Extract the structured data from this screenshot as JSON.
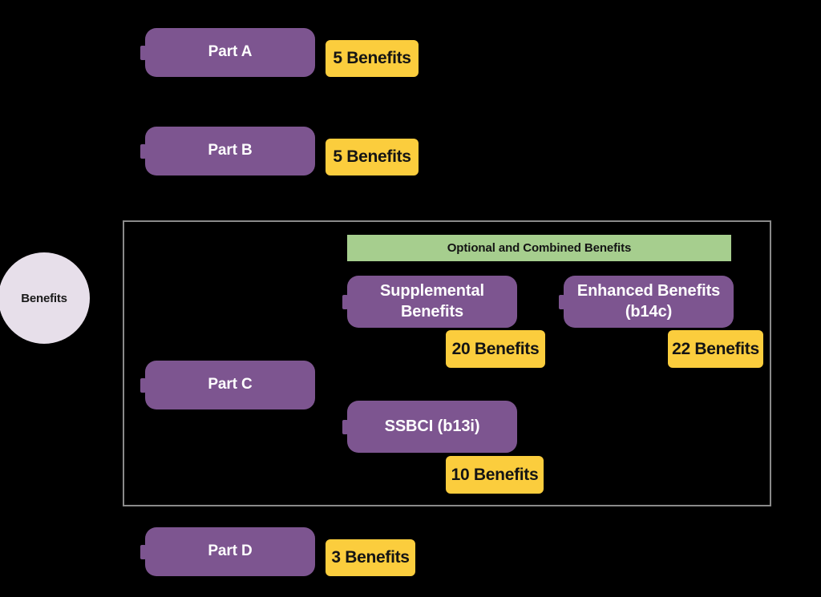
{
  "diagram": {
    "background_color": "#000000",
    "root": {
      "label": "Benefits",
      "shape": "circle",
      "fill": "#E7DFEA"
    },
    "group_box": {
      "border_color": "#8A8A8A",
      "header": {
        "label": "Optional and Combined Benefits",
        "fill": "#A6CE8E"
      }
    },
    "node_fill": "#7D5590",
    "badge_fill": "#FBCD3D",
    "nodes": [
      {
        "id": "part-a",
        "label": "Part A",
        "badge": "5 Benefits"
      },
      {
        "id": "part-b",
        "label": "Part B",
        "badge": "5 Benefits"
      },
      {
        "id": "part-c",
        "label": "Part C",
        "badge": null
      },
      {
        "id": "supplemental",
        "label": "Supplemental Benefits",
        "badge": "20 Benefits"
      },
      {
        "id": "enhanced",
        "label": "Enhanced Benefits (b14c)",
        "badge": "22 Benefits"
      },
      {
        "id": "ssbci",
        "label": "SSBCI (b13i)",
        "badge": "10 Benefits"
      },
      {
        "id": "part-d",
        "label": "Part D",
        "badge": "3 Benefits"
      }
    ]
  }
}
